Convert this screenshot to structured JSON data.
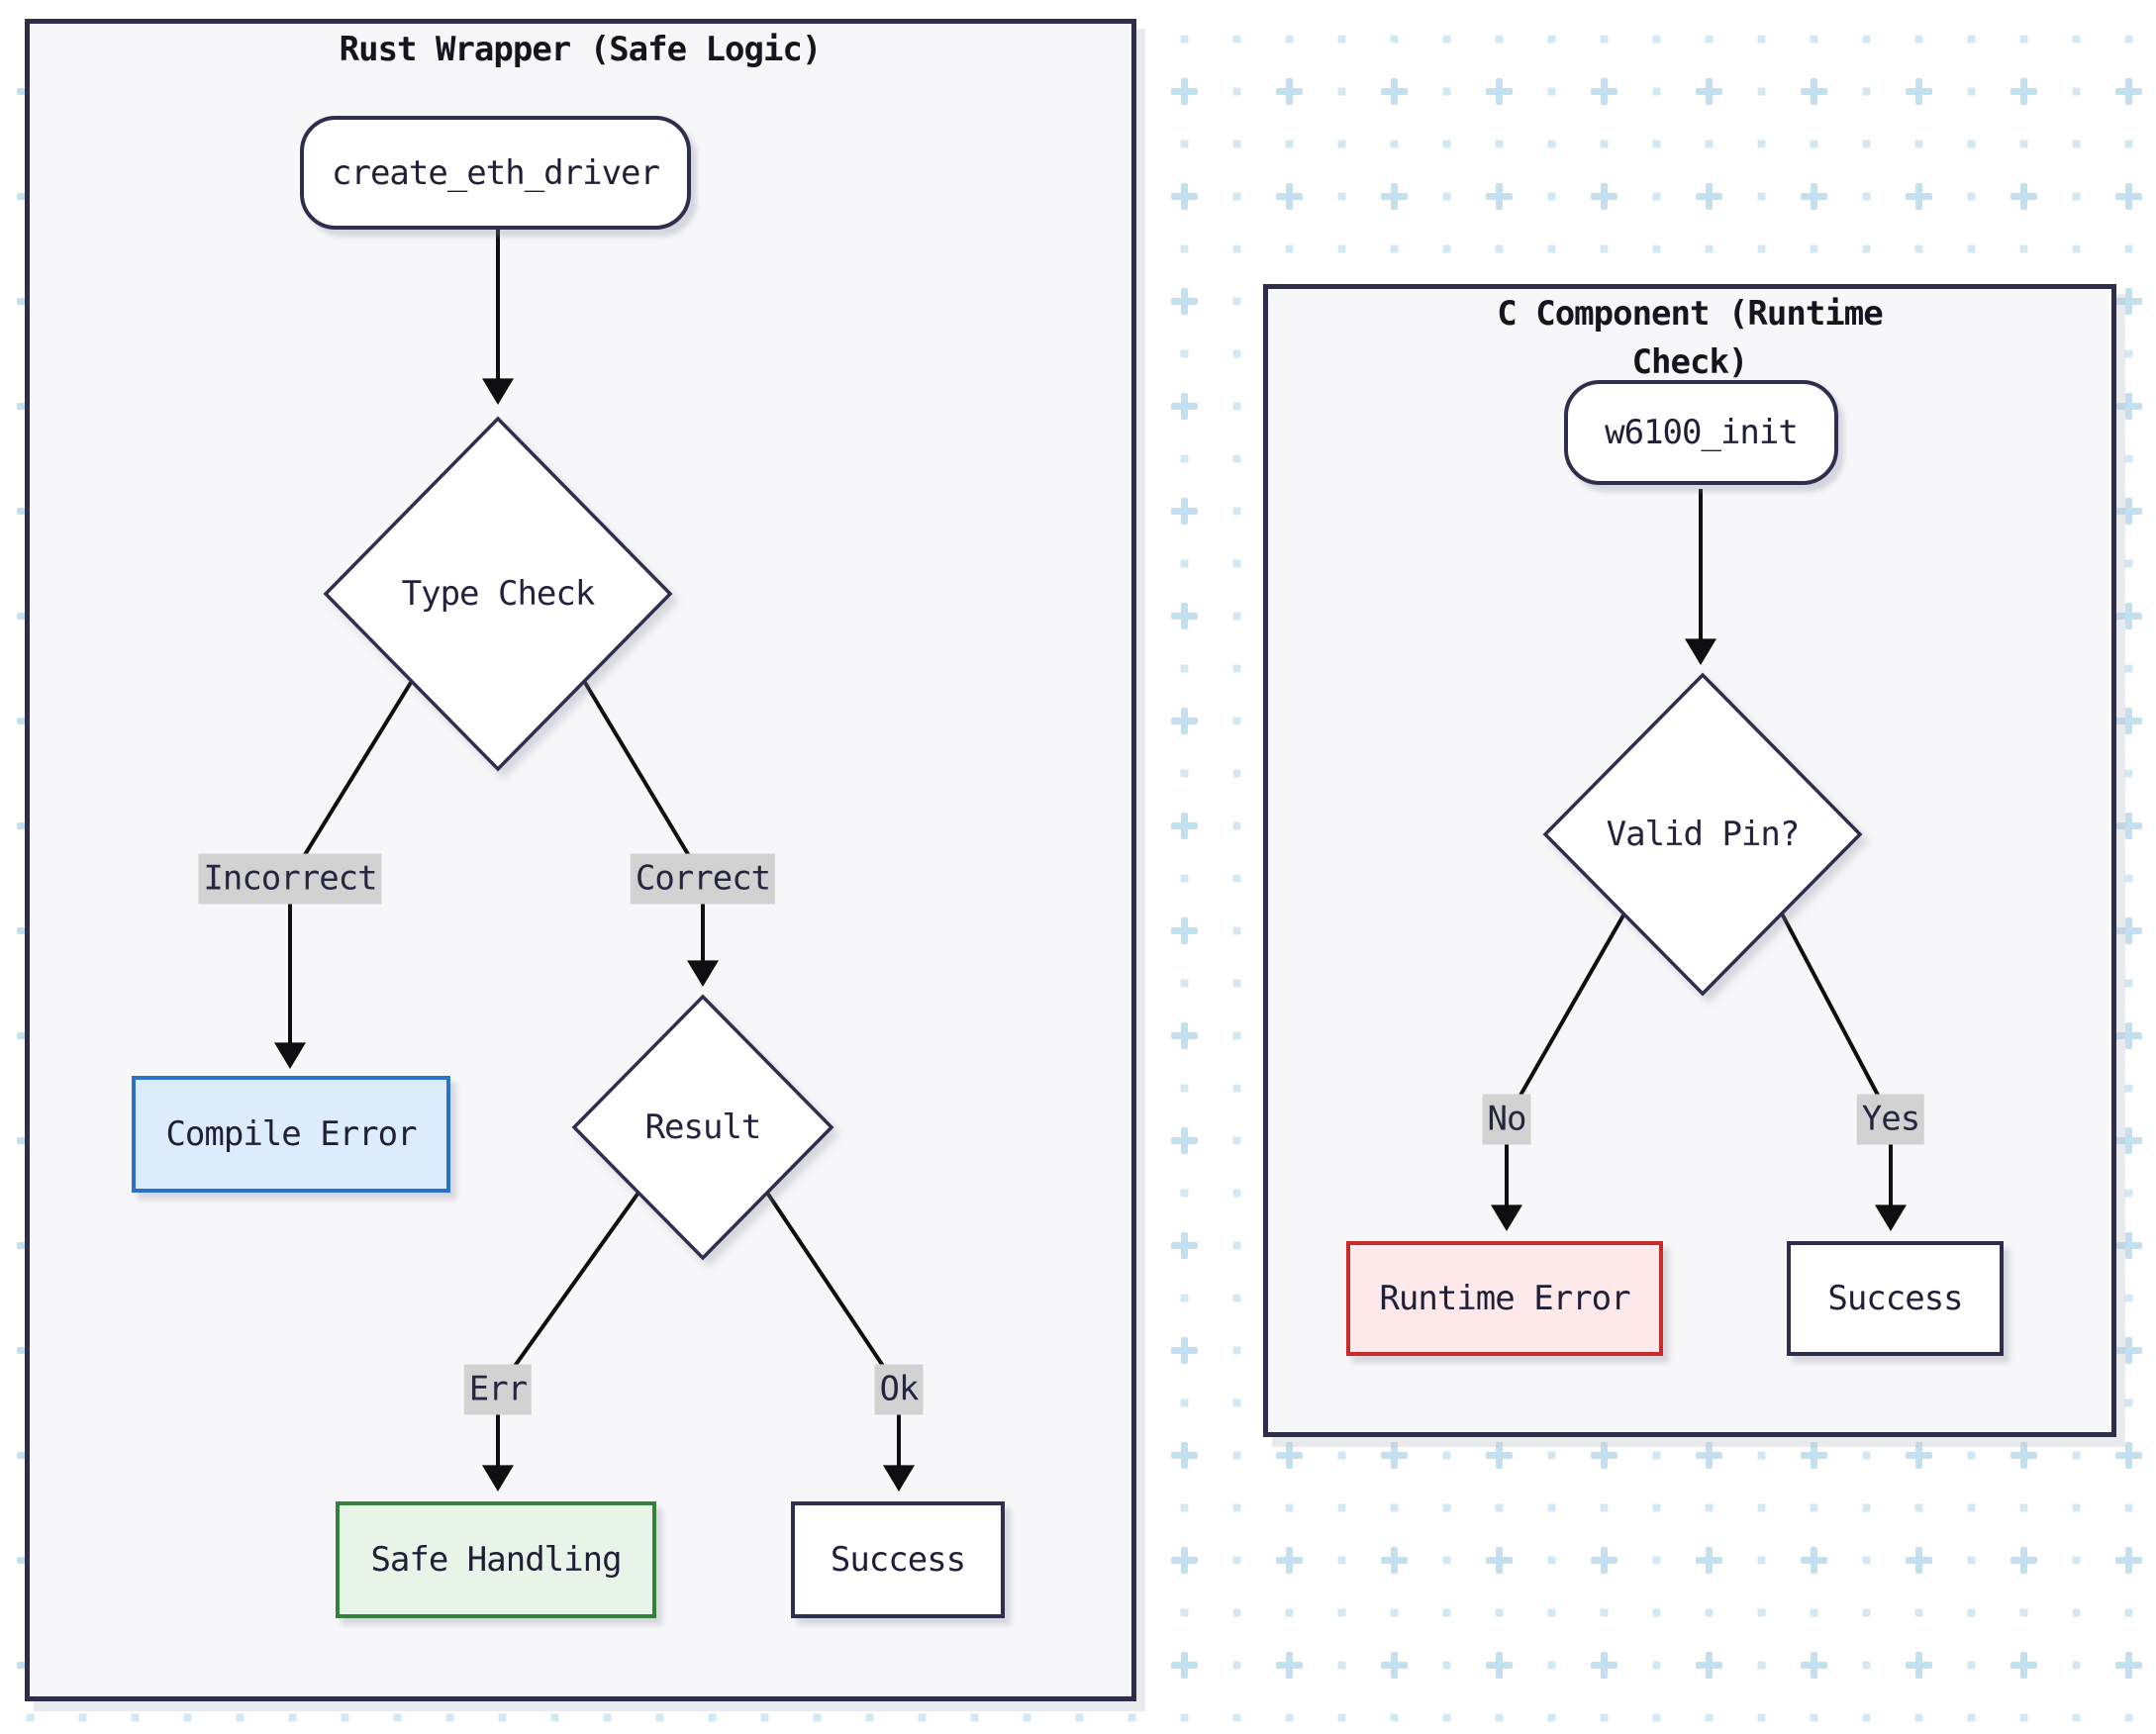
{
  "diagram": {
    "left_panel": {
      "title": "Rust Wrapper (Safe Logic)",
      "nodes": {
        "create": {
          "label": "create_eth_driver",
          "shape": "rounded"
        },
        "type_check": {
          "label": "Type Check",
          "shape": "decision"
        },
        "compile_error": {
          "label": "Compile Error",
          "shape": "rect",
          "fill": "#dcecfb",
          "border": "#2b72c8"
        },
        "result": {
          "label": "Result",
          "shape": "decision"
        },
        "safe_handling": {
          "label": "Safe Handling",
          "shape": "rect",
          "fill": "#e9f4e9",
          "border": "#35803a"
        },
        "success": {
          "label": "Success",
          "shape": "rect",
          "fill": "#ffffff",
          "border": "#2e2e4e"
        }
      },
      "edge_labels": {
        "incorrect": "Incorrect",
        "correct": "Correct",
        "err": "Err",
        "ok": "Ok"
      }
    },
    "right_panel": {
      "title": "C Component (Runtime Check)",
      "nodes": {
        "init": {
          "label": "w6100_init",
          "shape": "rounded"
        },
        "valid_pin": {
          "label": "Valid Pin?",
          "shape": "decision"
        },
        "runtime_error": {
          "label": "Runtime Error",
          "shape": "rect",
          "fill": "#fde9e9",
          "border": "#cb2a2a"
        },
        "success": {
          "label": "Success",
          "shape": "rect",
          "fill": "#ffffff",
          "border": "#2e2e4e"
        }
      },
      "edge_labels": {
        "no": "No",
        "yes": "Yes"
      }
    },
    "colors": {
      "page_background": "#ffffff",
      "pattern_dot": "#d3e8f3",
      "pattern_plus": "#c3e0f0",
      "panel_fill": "#f7f7f9",
      "panel_border": "#2e2e4c",
      "node_fill": "#ffffff",
      "node_border": "#2e2e4e",
      "node_text": "#1f1f38",
      "edge_line": "#0e0e13",
      "edge_label_bg": "#d2d2d2",
      "compile_error_fill": "#dcecfb",
      "compile_error_border": "#2b72c8",
      "safe_handling_fill": "#e9f4e9",
      "safe_handling_border": "#35803a",
      "runtime_error_fill": "#fde9e9",
      "runtime_error_border": "#cb2a2a"
    }
  }
}
